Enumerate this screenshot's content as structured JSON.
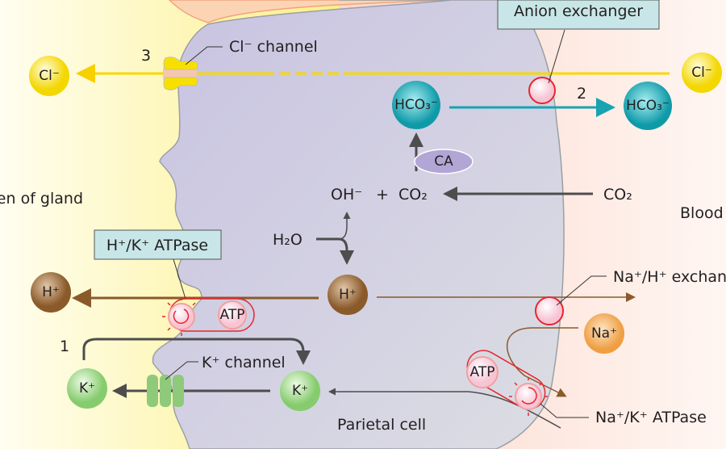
{
  "regions": {
    "lumen": "Lumen of gland",
    "blood": "Blood",
    "cell": "Parietal cell"
  },
  "steps": {
    "one": "1",
    "two": "2",
    "three": "3"
  },
  "labels": {
    "cl_channel": "Cl⁻ channel",
    "anion_exchanger": "Anion exchanger",
    "hk_atpase": "H⁺/K⁺ ATPase",
    "k_channel": "K⁺ channel",
    "nah_exchanger": "Na⁺/H⁺ exchanger",
    "nak_atpase": "Na⁺/K⁺ ATPase"
  },
  "ions": {
    "cl": "Cl⁻",
    "hco3": "HCO₃⁻",
    "h": "H⁺",
    "k": "K⁺",
    "na": "Na⁺",
    "oh": "OH⁻",
    "plus": "+",
    "co2": "CO₂",
    "h2o": "H₂O",
    "ca": "CA",
    "atp": "ATP"
  },
  "colors": {
    "cl": "#f7d800",
    "hco3": "#17a3b2",
    "h": "#8a5a2b",
    "k": "#8fd07a",
    "na": "#f0a24a",
    "arrow": "#4d4d4d",
    "pump": "#e8262d"
  }
}
